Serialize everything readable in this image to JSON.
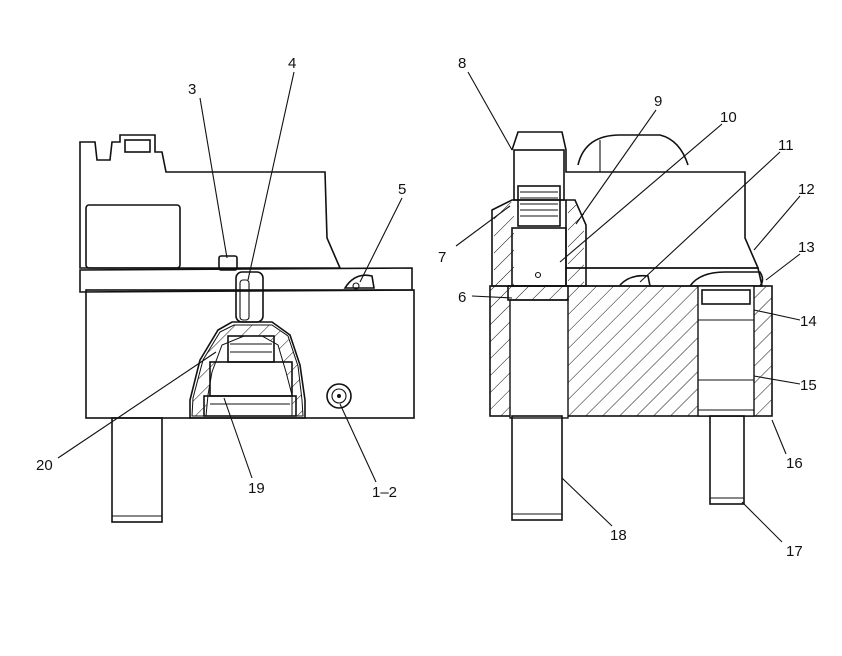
{
  "callouts": [
    {
      "id": "c3",
      "label": "3"
    },
    {
      "id": "c4",
      "label": "4"
    },
    {
      "id": "c5",
      "label": "5"
    },
    {
      "id": "c20",
      "label": "20"
    },
    {
      "id": "c19",
      "label": "19"
    },
    {
      "id": "c12",
      "label": "1–2"
    },
    {
      "id": "c8",
      "label": "8"
    },
    {
      "id": "c9",
      "label": "9"
    },
    {
      "id": "c10",
      "label": "10"
    },
    {
      "id": "c11",
      "label": "11"
    },
    {
      "id": "c12b",
      "label": "12"
    },
    {
      "id": "c13",
      "label": "13"
    },
    {
      "id": "c7",
      "label": "7"
    },
    {
      "id": "c6",
      "label": "6"
    },
    {
      "id": "c14",
      "label": "14"
    },
    {
      "id": "c15",
      "label": "15"
    },
    {
      "id": "c16",
      "label": "16"
    },
    {
      "id": "c18",
      "label": "18"
    },
    {
      "id": "c17",
      "label": "17"
    }
  ],
  "colors": {
    "line": "#111111",
    "background": "#ffffff"
  }
}
